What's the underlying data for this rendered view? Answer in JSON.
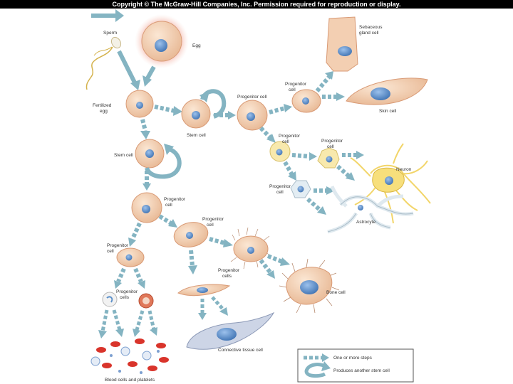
{
  "header": {
    "copyright": "Copyright © The McGraw-Hill Companies, Inc. Permission required for reproduction or display."
  },
  "labels": {
    "sperm": "Sperm",
    "egg": "Egg",
    "fertilized_line1": "Fertilized",
    "fertilized_line2": "egg",
    "stem_cell_1": "Stem cell",
    "stem_cell_2": "Stem cell",
    "progenitor_main": "Progenitor cell",
    "progenitor_top_line1": "Progenitor",
    "progenitor_top_line2": "cell",
    "sebaceous_line1": "Sebaceous",
    "sebaceous_line2": "gland cell",
    "skin_cell": "Skin cell",
    "progenitor_neural_line1": "Progenitor",
    "progenitor_neural_line2": "cell",
    "progenitor_neuron_line1": "Progenitor",
    "progenitor_neuron_line2": "cell",
    "neuron": "Neuron",
    "progenitor_glial_line1": "Progenitor",
    "progenitor_glial_line2": "cell",
    "astrocyte": "Astrocyte",
    "progenitor_mid_line1": "Progenitor",
    "progenitor_mid_line2": "cell",
    "progenitor_blood_line1": "Progenitor",
    "progenitor_blood_line2": "cell",
    "progenitor_ct_line1": "Progenitor",
    "progenitor_ct_line2": "cell",
    "progenitor_cells_line1": "Progenitor",
    "progenitor_cells_line2": "cells",
    "progenitor_cells2_line1": "Progenitor",
    "progenitor_cells2_line2": "cells",
    "bone_cell": "Bone cell",
    "connective_tissue_cell": "Connective tissue cell",
    "blood_cells": "Blood cells and platelets"
  },
  "legend": {
    "steps": "One or more steps",
    "stem": "Produces another stem cell"
  },
  "colors": {
    "arrow": "#84b4c2",
    "cell_fill": "#f4d4b8",
    "nucleus": "#5b8fc9",
    "neural": "#f5e6a8",
    "glial": "#dfe9ef",
    "blood": "#d9342b"
  }
}
